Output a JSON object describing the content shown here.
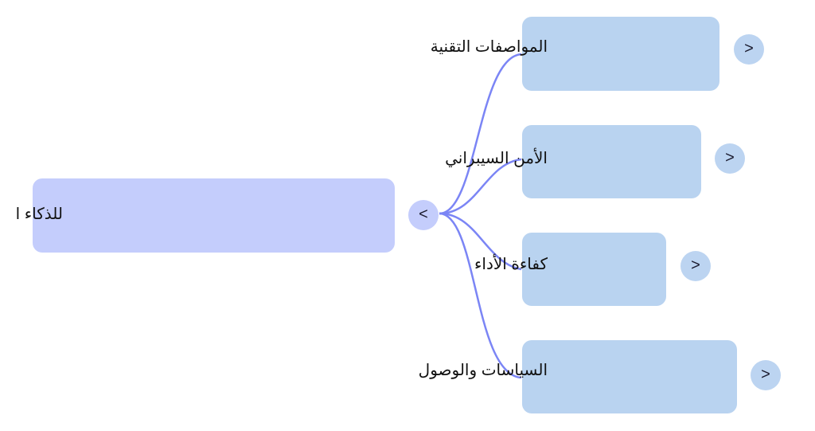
{
  "root": {
    "label": "للذكاء ا",
    "toggle_glyph": "<"
  },
  "children": [
    {
      "label": "المواصفات التقنية",
      "toggle_glyph": ">"
    },
    {
      "label": "الأمن السيبراني",
      "toggle_glyph": ">"
    },
    {
      "label": "كفاءة الأداء",
      "toggle_glyph": ">"
    },
    {
      "label": "السياسات والوصول",
      "toggle_glyph": ">"
    }
  ],
  "colors": {
    "root_fill": "#c4cdfc",
    "child_fill": "#b9d3f0",
    "edge_stroke": "#7b85f5"
  }
}
